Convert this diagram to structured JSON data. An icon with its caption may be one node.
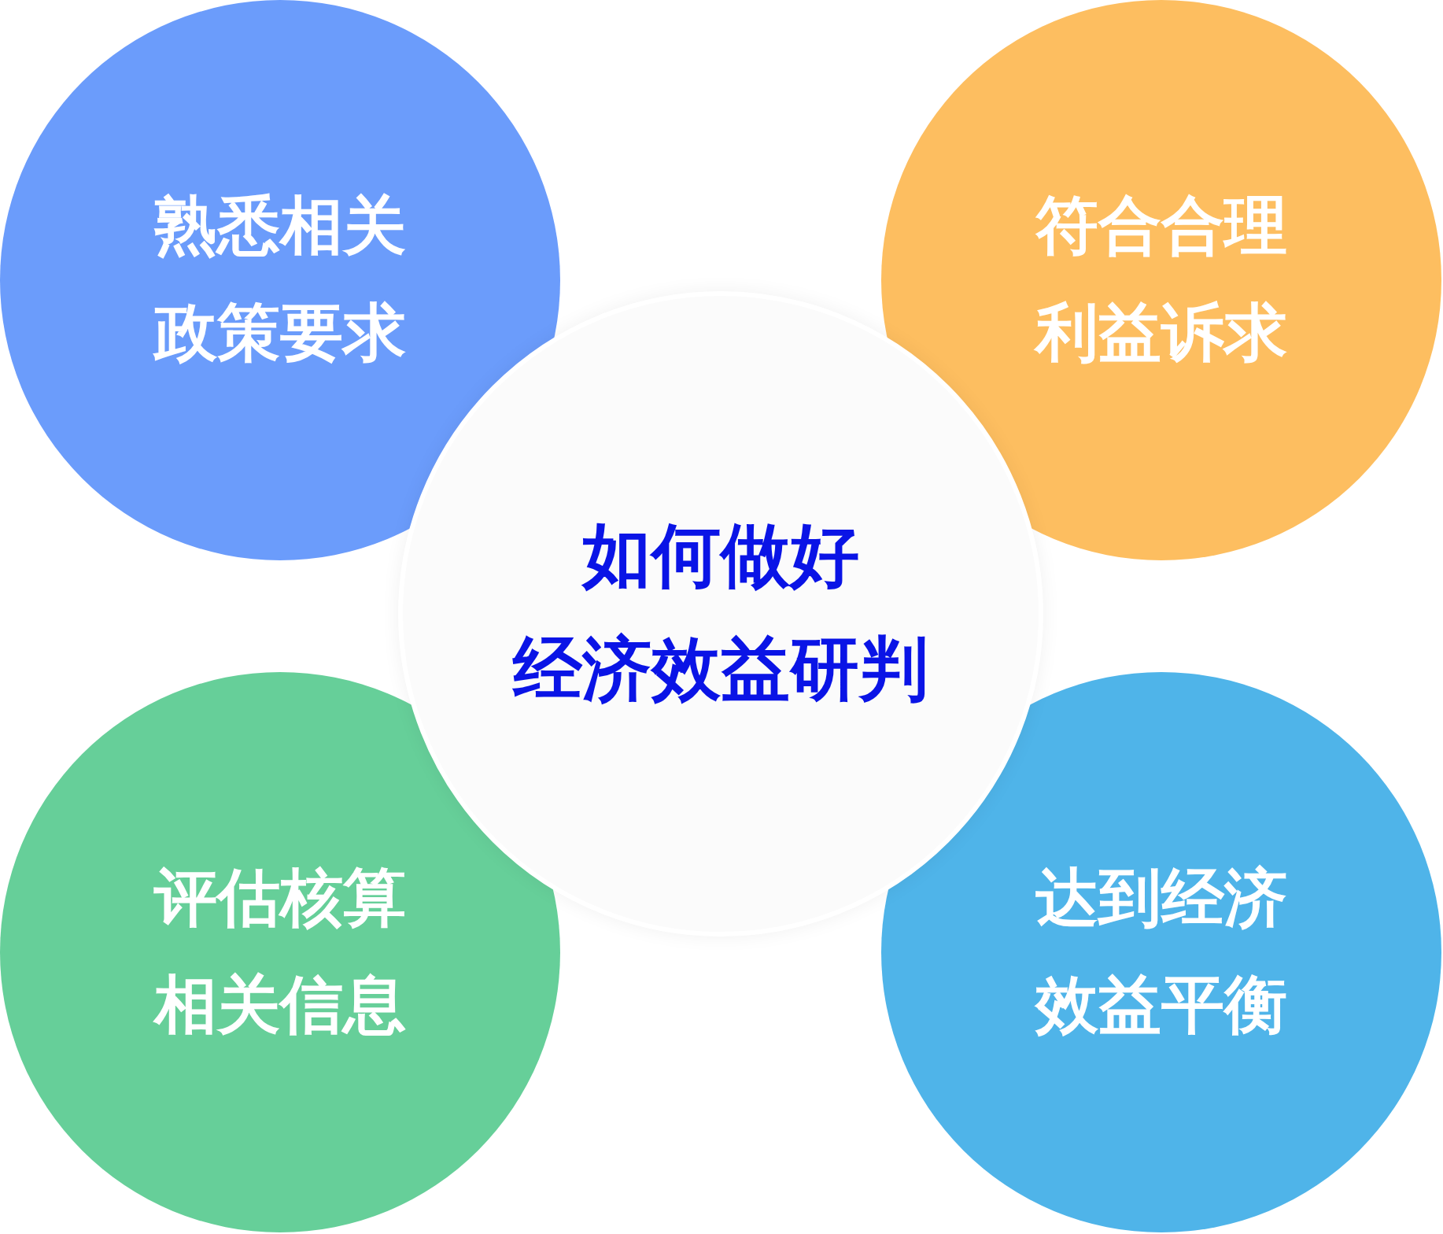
{
  "diagram": {
    "nodes": [
      {
        "text": [
          "熟悉相关政策要求"
        ]
      },
      {
        "text": [
          "符合合理利益诉求"
        ]
      },
      {
        "text": [
          "如何做好",
          "经济效益研判"
        ]
      },
      {
        "text": [
          "评估核算相关信息"
        ]
      },
      {
        "text": [
          "达到经济效益平衡"
        ]
      }
    ]
  }
}
